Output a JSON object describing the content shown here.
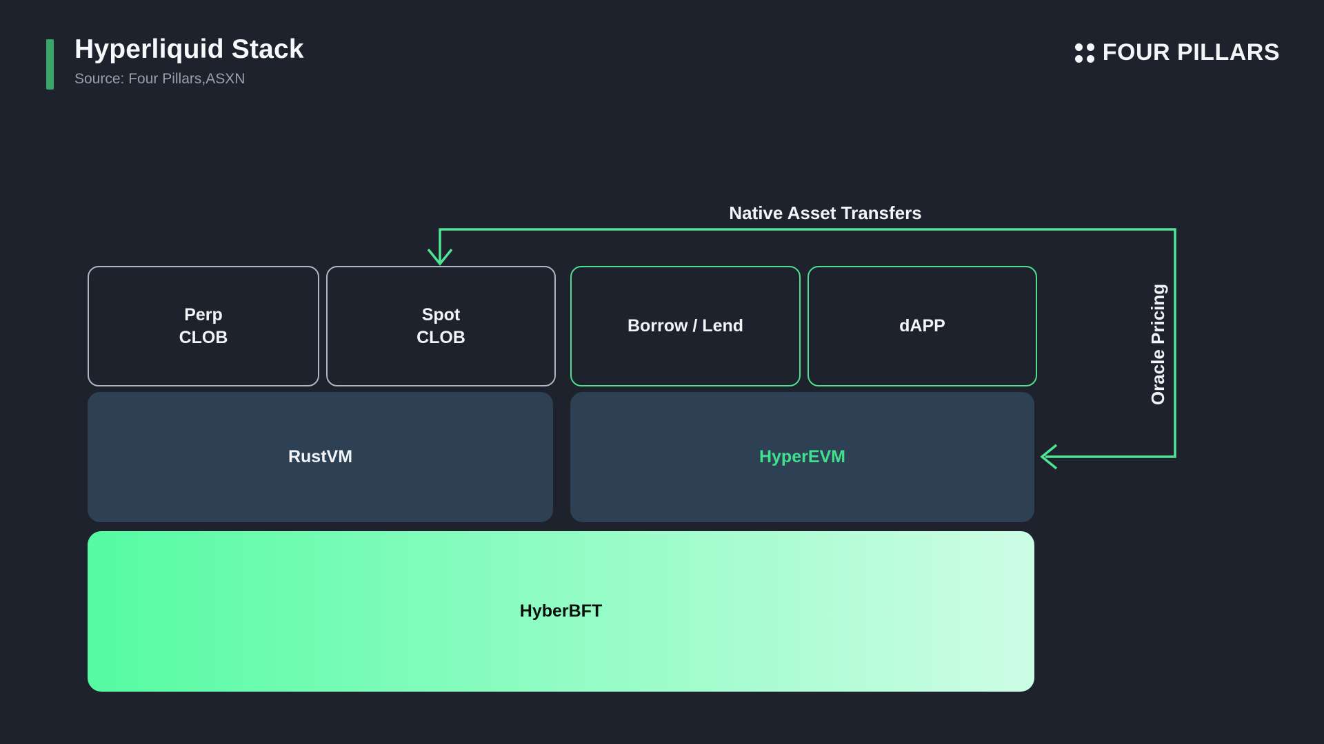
{
  "header": {
    "title": "Hyperliquid Stack",
    "source": "Source: Four Pillars,ASXN"
  },
  "brand": {
    "name": "FOUR PILLARS"
  },
  "diagram": {
    "app_layer": [
      {
        "label_line1": "Perp",
        "label_line2": "CLOB",
        "style": "gray-outline"
      },
      {
        "label_line1": "Spot",
        "label_line2": "CLOB",
        "style": "gray-outline"
      },
      {
        "label_line1": "Borrow / Lend",
        "style": "green-outline"
      },
      {
        "label_line1": "dAPP",
        "style": "green-outline"
      }
    ],
    "vm_layer": [
      {
        "label": "RustVM"
      },
      {
        "label": "HyperEVM"
      }
    ],
    "consensus_layer": {
      "label": "HyberBFT"
    },
    "annotations": {
      "native_asset_transfers": "Native Asset Transfers",
      "oracle_pricing": "Oracle Pricing"
    }
  },
  "colors": {
    "page-bg": "#1e222d",
    "accent-green": "#3aa76a",
    "arrow-green": "#4ee595",
    "green-border": "#4ce08f",
    "gray-border": "#aeb6c2",
    "slate-box": "#2e4154",
    "hyperevm-text": "#40e18c",
    "gradient-start": "#55fba3",
    "gradient-end": "#cdfde5",
    "title-white": "#f7f8fa",
    "subtitle-gray": "#98a0ac",
    "bft-text": "#0b100d"
  }
}
